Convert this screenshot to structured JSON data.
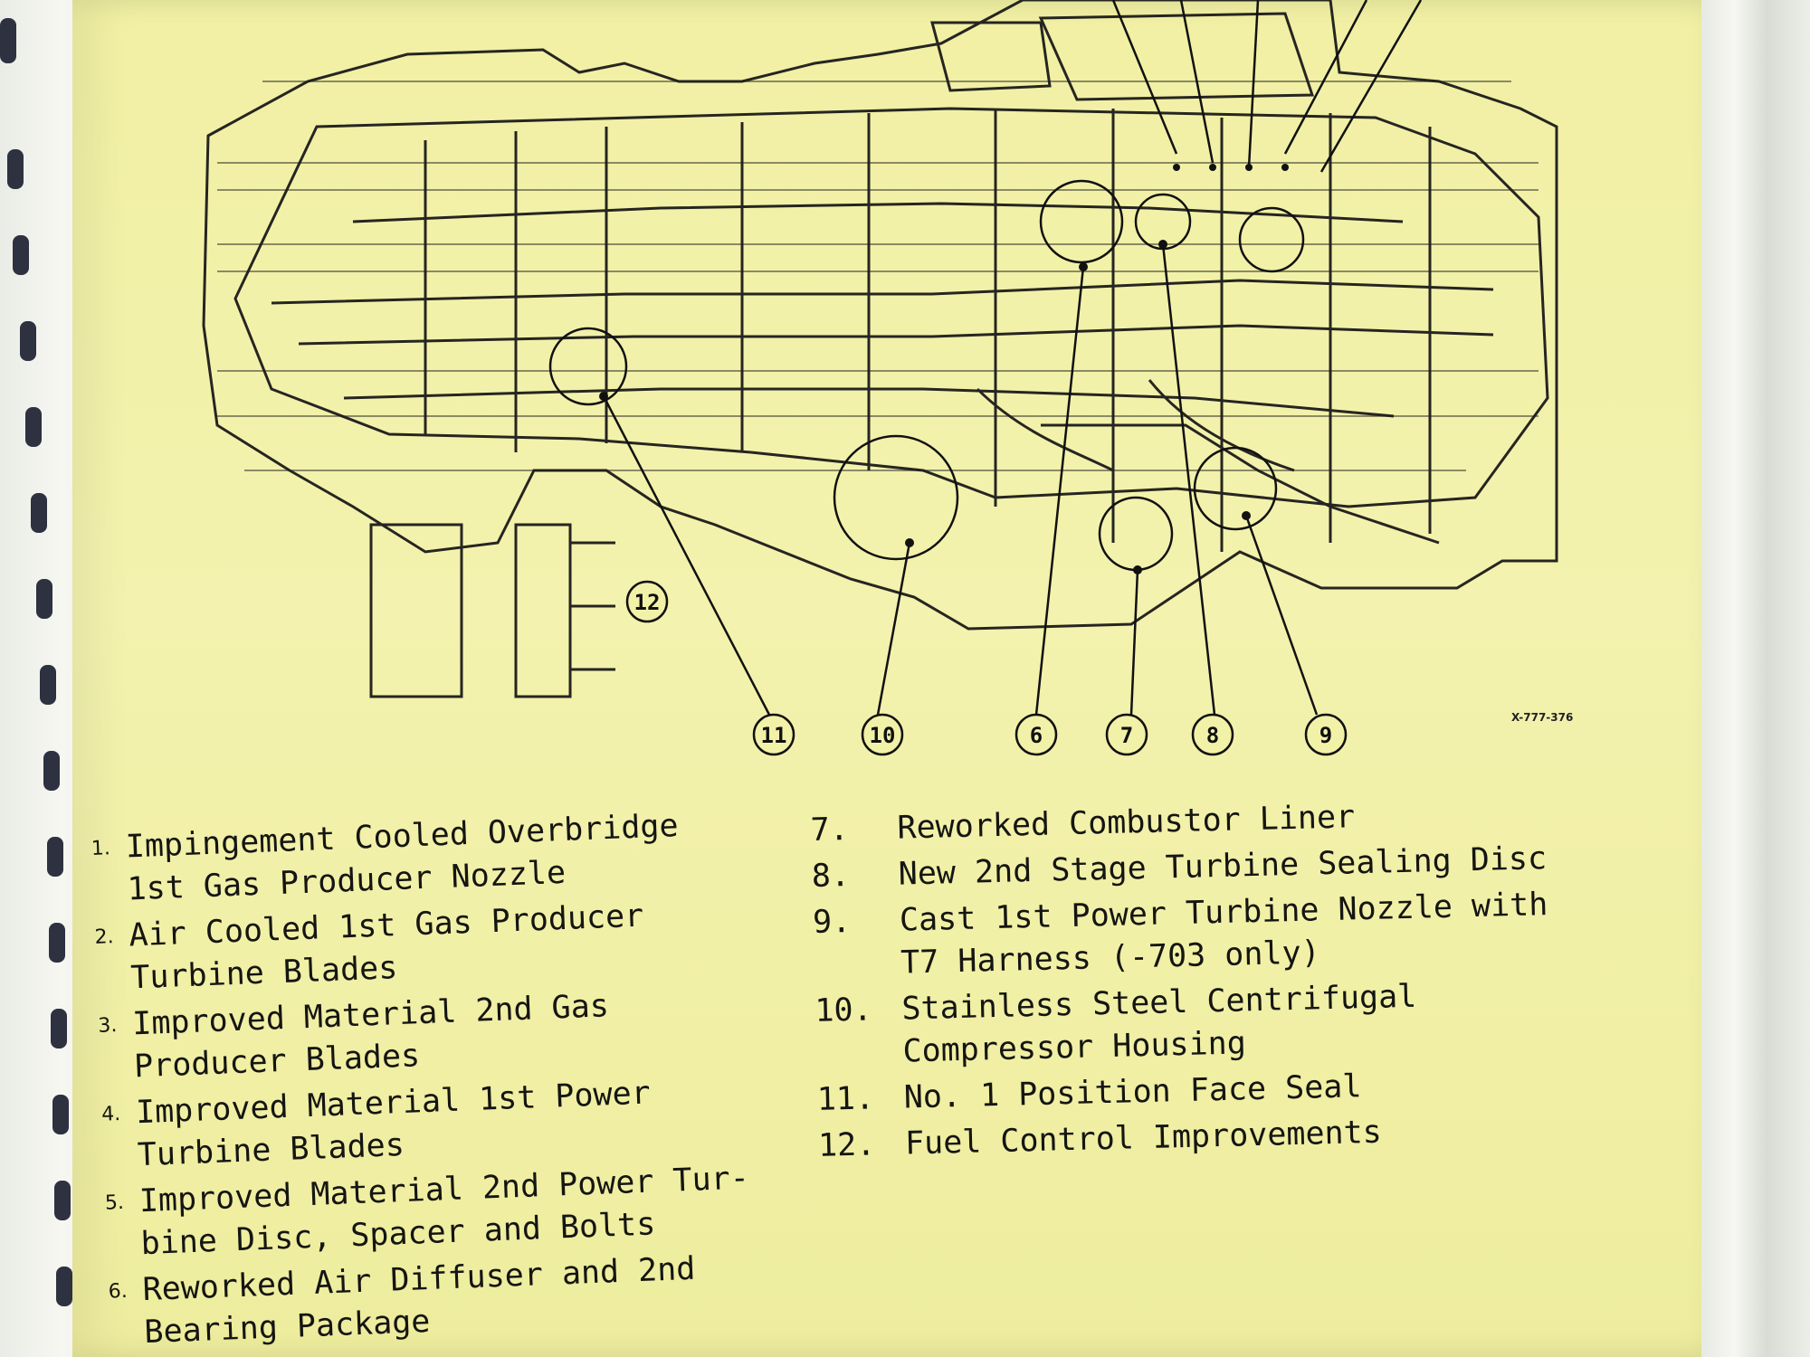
{
  "figure": {
    "reference_code": "X-777-376",
    "callouts": [
      "11",
      "10",
      "6",
      "7",
      "8",
      "9",
      "12"
    ]
  },
  "captions": {
    "left": [
      {
        "num": "1.",
        "text": "Impingement Cooled Overbridge 1st Gas Producer Nozzle"
      },
      {
        "num": "2.",
        "text": "Air Cooled 1st Gas Producer Turbine Blades"
      },
      {
        "num": "3.",
        "text": "Improved Material 2nd Gas Producer Blades"
      },
      {
        "num": "4.",
        "text": "Improved Material 1st Power Turbine Blades"
      },
      {
        "num": "5.",
        "text": "Improved Material 2nd Power Tur- bine Disc, Spacer and Bolts"
      },
      {
        "num": "6.",
        "text": "Reworked Air Diffuser and 2nd Bearing Package"
      }
    ],
    "right": [
      {
        "num": "7.",
        "text": "Reworked Combustor Liner"
      },
      {
        "num": "8.",
        "text": "New 2nd Stage Turbine Sealing Disc"
      },
      {
        "num": "9.",
        "text": "Cast 1st Power Turbine Nozzle with T7 Harness (-703 only)"
      },
      {
        "num": "10.",
        "text": "Stainless Steel Centrifugal Compressor Housing"
      },
      {
        "num": "11.",
        "text": "No. 1 Position Face Seal"
      },
      {
        "num": "12.",
        "text": "Fuel Control Improvements"
      }
    ]
  },
  "colors": {
    "paper": "#f2f1a8",
    "ink": "#151512"
  }
}
